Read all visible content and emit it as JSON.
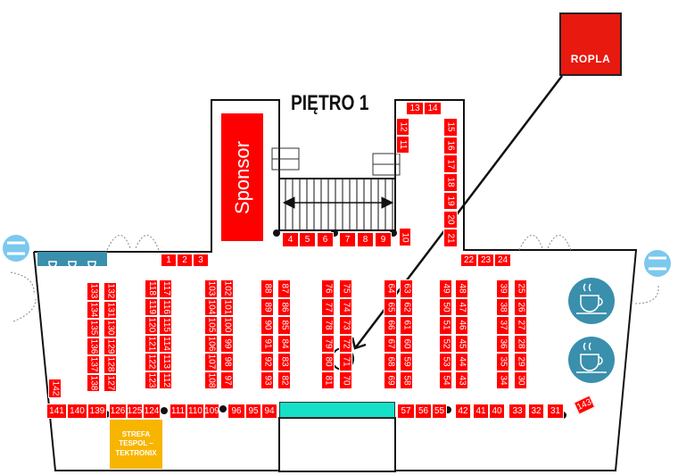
{
  "title": "PIĘTRO 1",
  "sponsor_label": "Sponsor",
  "strefa_label": "STREFA TESPOL – TEKTRONIX",
  "exhibitor_logo": "ROPLA",
  "highlighted_booth": "71",
  "colors": {
    "booth": "#ff0000",
    "stage": "#17e0c8",
    "strefa": "#f7b500",
    "cafe": "#3a8fad",
    "toilet": "#7cc8ee",
    "logo": "#e8190f"
  },
  "icons": [
    "coffee-icon",
    "toilet-icon",
    "arrow-icon",
    "stairs-icon",
    "elevator-icon",
    "door-icon"
  ],
  "booth_groups": {
    "colA_left": [
      "133",
      "134",
      "135",
      "136",
      "137",
      "138"
    ],
    "colA_right": [
      "132",
      "131",
      "130",
      "129",
      "128",
      "127"
    ],
    "colB_left": [
      "118",
      "119",
      "120",
      "121",
      "122",
      "123"
    ],
    "colB_right": [
      "117",
      "116",
      "115",
      "114",
      "113",
      "112"
    ],
    "colC_left": [
      "103",
      "104",
      "105",
      "106",
      "107",
      "108"
    ],
    "colC_right": [
      "102",
      "101",
      "100",
      "99",
      "98",
      "97"
    ],
    "colD_left": [
      "88",
      "89",
      "90",
      "91",
      "92",
      "93"
    ],
    "colD_right": [
      "87",
      "86",
      "85",
      "84",
      "83",
      "82"
    ],
    "colE_left": [
      "76",
      "77",
      "78",
      "79",
      "80",
      "81"
    ],
    "colE_right": [
      "75",
      "74",
      "73",
      "72",
      "71",
      "70"
    ],
    "colF_left": [
      "64",
      "65",
      "66",
      "67",
      "68",
      "69"
    ],
    "colF_right": [
      "63",
      "62",
      "61",
      "60",
      "59",
      "58"
    ],
    "colG_left": [
      "49",
      "50",
      "51",
      "52",
      "53",
      "54"
    ],
    "colG_right": [
      "48",
      "47",
      "46",
      "45",
      "44",
      "43"
    ],
    "colH_left": [
      "39",
      "38",
      "37",
      "36",
      "35",
      "34"
    ],
    "colH_right": [
      "25",
      "26",
      "27",
      "28",
      "29",
      "30"
    ],
    "bottom_row": [
      "141",
      "140",
      "139",
      "126",
      "125",
      "124",
      "111",
      "110",
      "109",
      "96",
      "95",
      "94",
      "57",
      "56",
      "55",
      "42",
      "41",
      "40",
      "33",
      "32",
      "31"
    ],
    "top_row_left": [
      "1",
      "2",
      "3"
    ],
    "stairs_row": [
      "4",
      "5",
      "6",
      "7",
      "8",
      "9"
    ],
    "top_row_right": [
      "22",
      "23",
      "24"
    ],
    "upper_right_top": [
      "13",
      "14"
    ],
    "upper_right_left": [
      "12",
      "11"
    ],
    "upper_right_column": [
      "15",
      "16",
      "17",
      "18",
      "19",
      "20",
      "21"
    ],
    "singles": {
      "b10": "10",
      "b142": "142",
      "b143": "143"
    }
  }
}
